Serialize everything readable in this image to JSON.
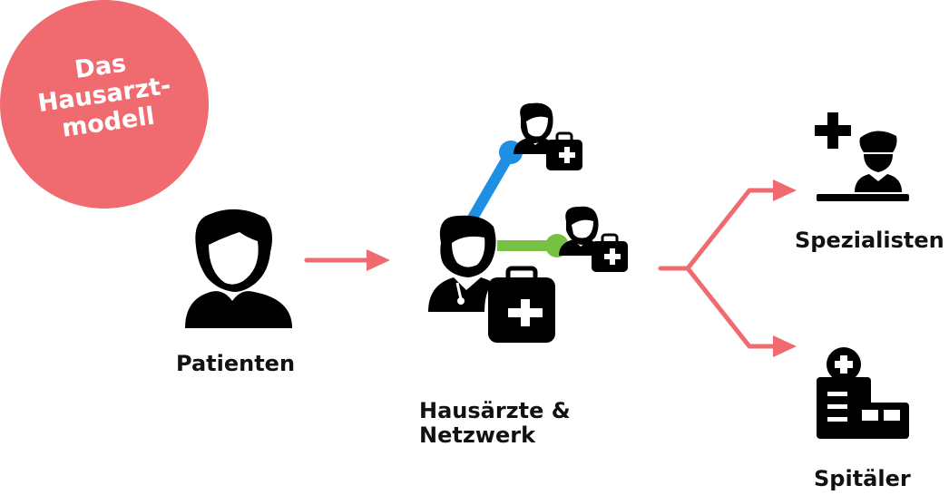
{
  "badge": {
    "line1": "Das",
    "line2": "Hausarzt-",
    "line3": "modell"
  },
  "labels": {
    "patients": "Patienten",
    "gp_line1": "Hausärzte &",
    "gp_line2": "Netzwerk",
    "specialists": "Spezialisten",
    "hospitals": "Spitäler"
  },
  "colors": {
    "accent": "#ef6b6f",
    "blue_link": "#1e8fe3",
    "green_link": "#76c043",
    "icon": "#000000"
  }
}
